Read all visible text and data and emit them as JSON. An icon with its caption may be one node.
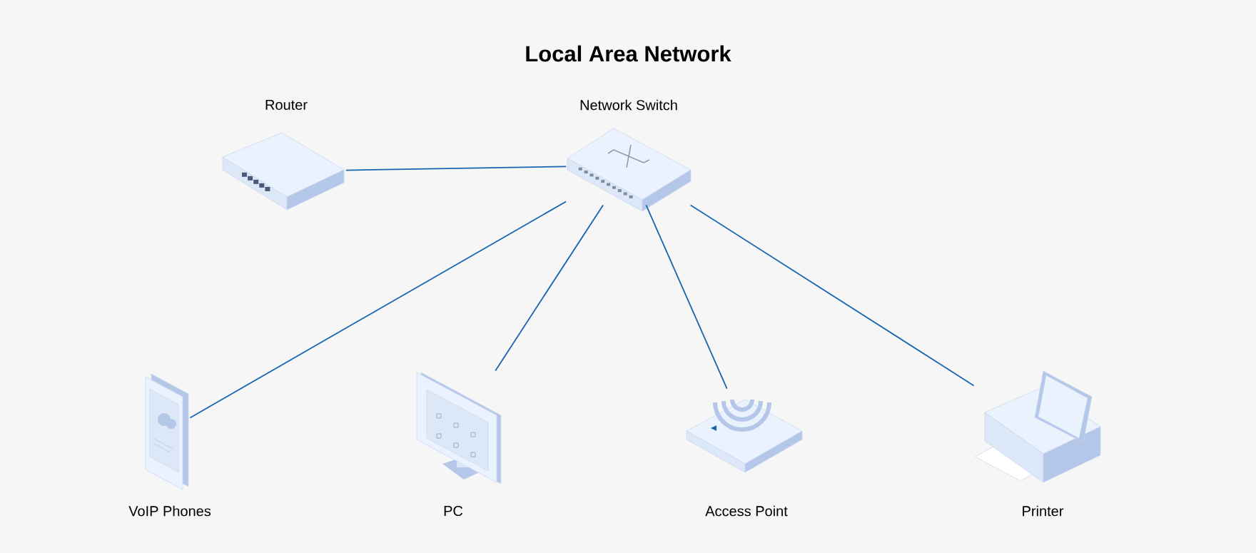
{
  "diagram": {
    "title": "Local Area Network",
    "nodes": [
      {
        "text": [
          "Router"
        ]
      },
      {
        "text": [
          "Network Switch"
        ]
      },
      {
        "text": [
          "VoIP Phones"
        ]
      },
      {
        "text": [
          "PC"
        ]
      },
      {
        "text": [
          "Access Point"
        ]
      },
      {
        "text": [
          "Printer"
        ]
      }
    ],
    "edges": [
      {
        "from": 0,
        "to": 1,
        "arrow": "none"
      },
      {
        "from": 1,
        "to": 2,
        "arrow": "none"
      },
      {
        "from": 1,
        "to": 3,
        "arrow": "none"
      },
      {
        "from": 1,
        "to": 4,
        "arrow": "none"
      },
      {
        "from": 1,
        "to": 5,
        "arrow": "none"
      }
    ]
  }
}
